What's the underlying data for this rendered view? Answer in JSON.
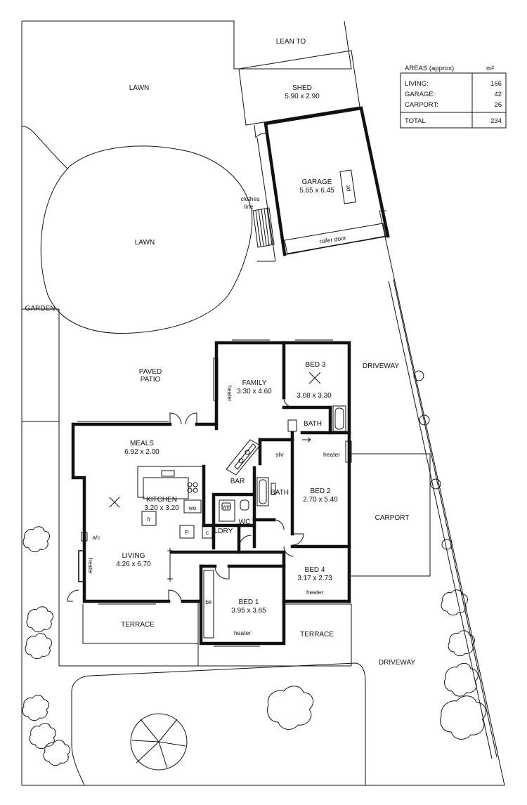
{
  "labels": {
    "lean_to": "LEAN TO",
    "lawn_top": "LAWN",
    "shed_title": "SHED",
    "shed_dims": "5.90 x 2.90",
    "lawn_mid": "LAWN",
    "clothes_line_1": "clothes",
    "clothes_line_2": "line",
    "garage_title": "GARAGE",
    "garage_dims": "5.65 x 6.45",
    "pit": "pit",
    "roller_door": "roller door",
    "garden": "GARDEN",
    "paved_1": "PAVED",
    "paved_2": "PATIO",
    "driveway_top": "DRIVEWAY",
    "family_title": "FAMILY",
    "family_dims": "3.30 x 4.60",
    "bed3_title": "BED 3",
    "bed3_dims": "3.08 x 3.30",
    "heater_family": "heater",
    "bath_top": "BATH",
    "meals_title": "MEALS",
    "meals_dims": "6.92 x 2.00",
    "shr": "shr",
    "heater_bed2": "heater",
    "bar": "BAR",
    "bath_mid": "BATH",
    "bed2_title": "BED 2",
    "bed2_dims": "2.70 x 5.40",
    "kitchen_title": "KITCHEN",
    "kitchen_dims": "3.20 x 3.20",
    "wo": "wo",
    "wm": "wm",
    "fr": "fr",
    "p": "P",
    "c": "c",
    "wc": "WC",
    "ldry": "LDRY",
    "carport": "CARPORT",
    "ac": "a/c",
    "heater_living": "heater",
    "living_title": "LIVING",
    "living_dims": "4.26 x 6.70",
    "bed4_title": "BED 4",
    "bed4_dims": "3.17 x 2.73",
    "heater_bed4": "heater",
    "blr": "blr",
    "bed1_title": "BED 1",
    "bed1_dims": "3.95 x 3.65",
    "heater_bed1": "heater",
    "terrace_left": "TERRACE",
    "terrace_right": "TERRACE",
    "driveway_bottom": "DRIVEWAY"
  },
  "areas_table": {
    "title": "AREAS (approx)",
    "unit": "m²",
    "rows": [
      {
        "label": "LIVING:",
        "value": "166"
      },
      {
        "label": "GARAGE:",
        "value": "42"
      },
      {
        "label": "CARPORT:",
        "value": "26"
      }
    ],
    "total_label": "TOTAL",
    "total_value": "234"
  }
}
